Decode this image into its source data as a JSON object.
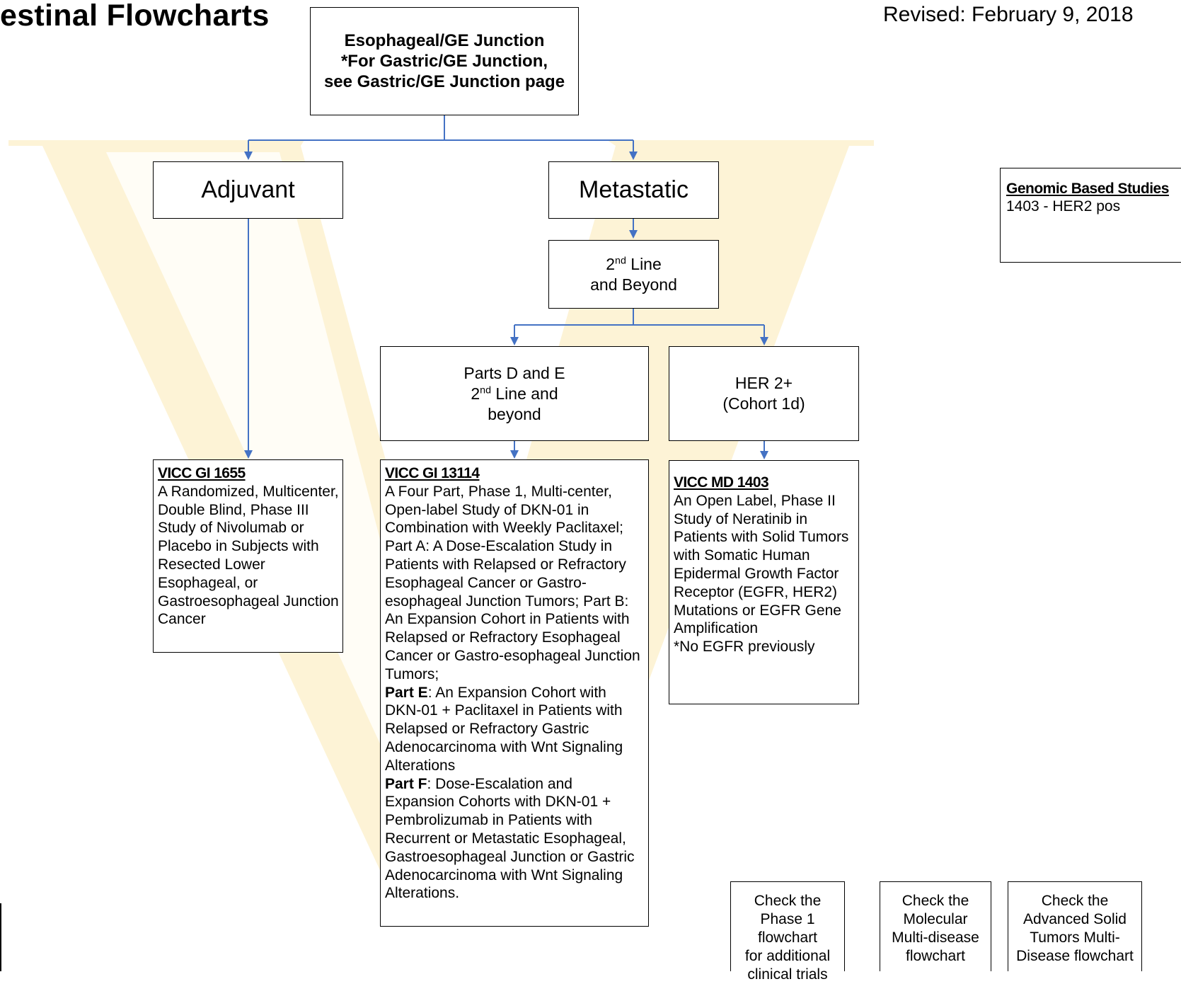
{
  "header": {
    "title": "estinal Flowcharts",
    "revised": "Revised: February 9, 2018"
  },
  "watermark": {
    "letter": "V",
    "color": "#fdf3d6"
  },
  "colors": {
    "connector": "#4472c4",
    "border": "#000000"
  },
  "nodes": {
    "root": {
      "line1": "Esophageal/GE Junction",
      "line2": "*For Gastric/GE Junction,",
      "line3": "see Gastric/GE Junction page"
    },
    "adjuvant": {
      "label": "Adjuvant"
    },
    "metastatic": {
      "label": "Metastatic"
    },
    "second_line": {
      "num": "2",
      "sup": "nd",
      "line1_rest": " Line",
      "line2": "and Beyond"
    },
    "parts_de": {
      "line1": "Parts D and E",
      "num": "2",
      "sup": "nd",
      "line2_rest": " Line and",
      "line3": "beyond"
    },
    "her2": {
      "line1": "HER 2+",
      "line2": "(Cohort 1d)"
    }
  },
  "studies": {
    "gi1655": {
      "id": "VICC GI 1655",
      "text": "A Randomized, Multicenter, Double Blind, Phase III Study of Nivolumab or Placebo in Subjects with Resected Lower Esophageal, or Gastroesophageal Junction Cancer"
    },
    "gi13114": {
      "id": "VICC GI 13114",
      "text": "A Four Part, Phase 1, Multi-center, Open-label Study of DKN-01 in Combination with Weekly Paclitaxel; Part A: A Dose-Escalation Study in Patients with Relapsed or Refractory Esophageal Cancer or Gastro-esophageal Junction Tumors; Part B: An Expansion Cohort in Patients with Relapsed or Refractory Esophageal Cancer or Gastro-esophageal Junction Tumors;",
      "part_e_label": "Part E",
      "part_e_text": ": An Expansion Cohort with DKN-01 + Paclitaxel in Patients with Relapsed or Refractory Gastric Adenocarcinoma with Wnt Signaling Alterations",
      "part_f_label": "Part F",
      "part_f_text": ": Dose-Escalation and Expansion Cohorts with DKN-01 + Pembrolizumab in Patients with Recurrent or Metastatic Esophageal, Gastroesophageal Junction or Gastric Adenocarcinoma with Wnt Signaling Alterations."
    },
    "md1403": {
      "id": "VICC MD 1403",
      "text": "An Open Label, Phase II Study of Neratinib in Patients with Solid Tumors with Somatic Human Epidermal Growth Factor Receptor (EGFR, HER2) Mutations or EGFR Gene Amplification",
      "note": "*No EGFR previously"
    }
  },
  "genomic": {
    "heading": "Genomic Based Studies",
    "item": "1403  - HER2 pos"
  },
  "check_boxes": {
    "phase1": {
      "l1": "Check the",
      "l2": "Phase 1 flowchart",
      "l3": "for additional",
      "l4": "clinical trials"
    },
    "molecular": {
      "l1": "Check the",
      "l2": "Molecular",
      "l3": "Multi-disease",
      "l4": "flowchart"
    },
    "advanced": {
      "l1": "Check the",
      "l2": "Advanced Solid",
      "l3": "Tumors Multi-",
      "l4": "Disease flowchart"
    }
  }
}
